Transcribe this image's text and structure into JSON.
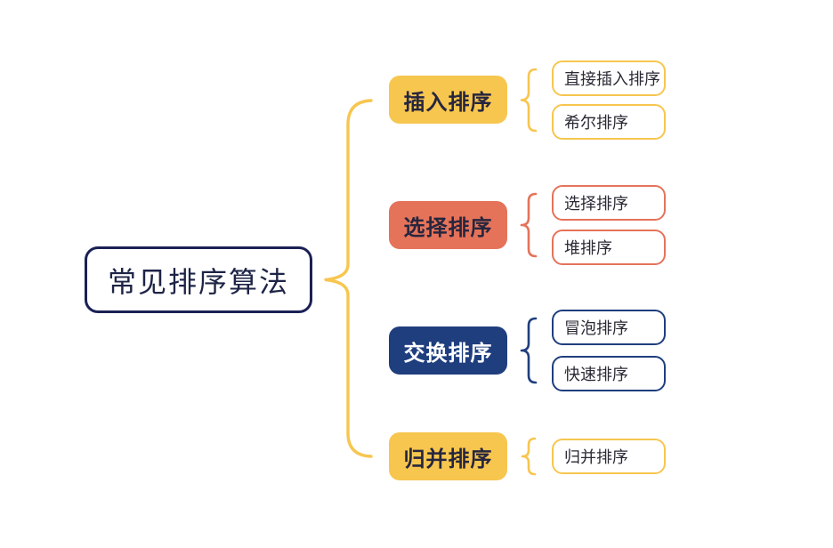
{
  "palette": {
    "yellow": "#F7C64F",
    "salmon": "#E5735A",
    "navy": "#1F3E7E",
    "root_border": "#1A2155",
    "dark_text": "#26263E",
    "white": "#FFFFFF",
    "background": "#FFFFFF"
  },
  "root": {
    "label": "常见排序算法"
  },
  "branches": [
    {
      "label": "插入排序",
      "color": "#F7C64F",
      "children": [
        {
          "label": "直接插入排序"
        },
        {
          "label": "希尔排序"
        }
      ]
    },
    {
      "label": "选择排序",
      "color": "#E5735A",
      "children": [
        {
          "label": "选择排序"
        },
        {
          "label": "堆排序"
        }
      ]
    },
    {
      "label": "交换排序",
      "color": "#1F3E7E",
      "children": [
        {
          "label": "冒泡排序"
        },
        {
          "label": "快速排序"
        }
      ]
    },
    {
      "label": "归并排序",
      "color": "#F7C64F",
      "children": [
        {
          "label": "归并排序"
        }
      ]
    }
  ]
}
